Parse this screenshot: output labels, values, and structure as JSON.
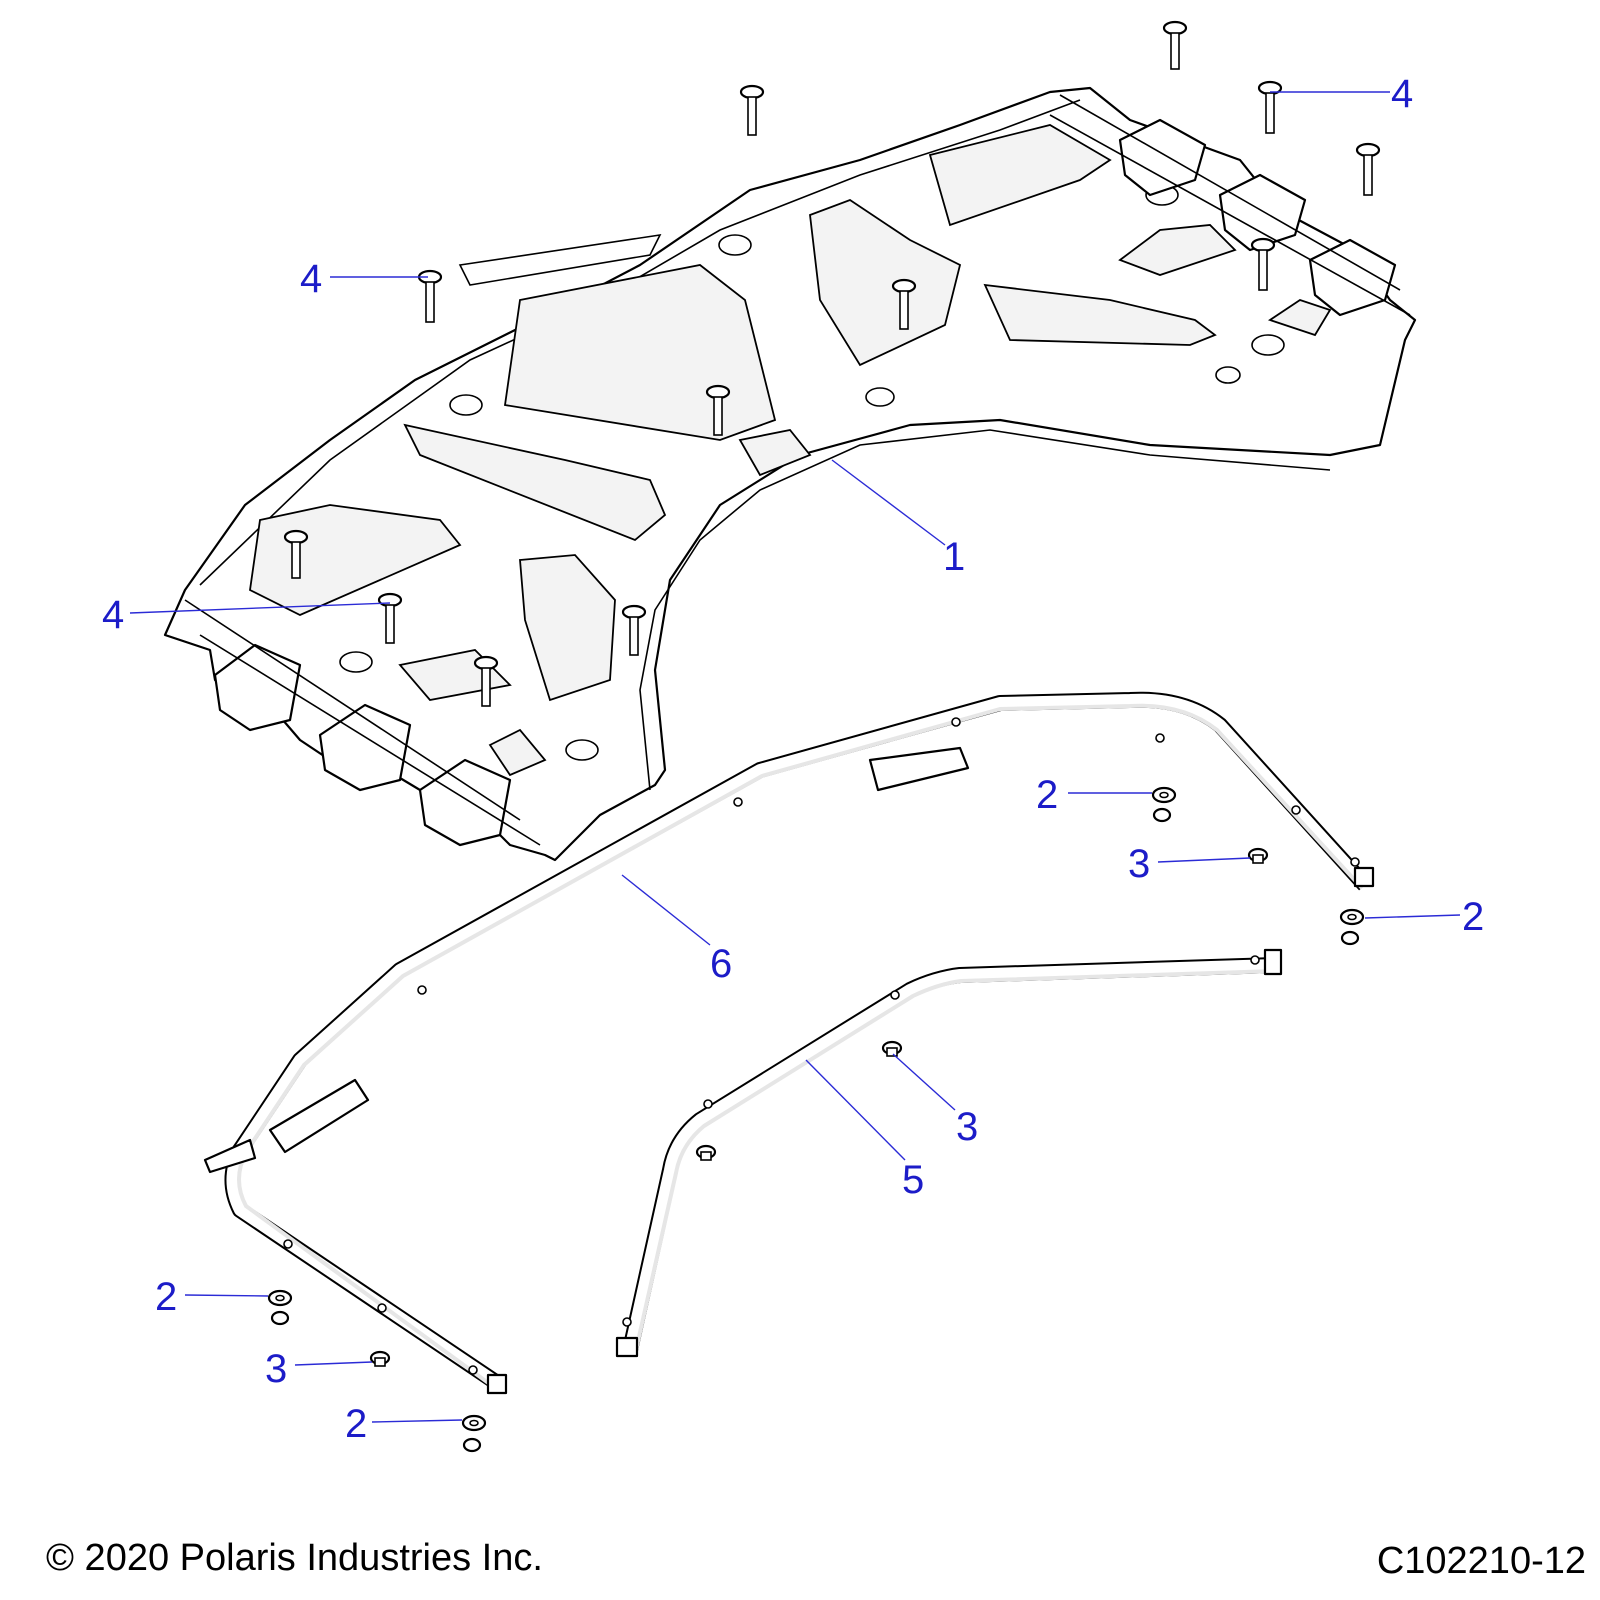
{
  "callouts": [
    "1",
    "2",
    "3",
    "4",
    "5",
    "6"
  ],
  "footer": {
    "copyright": "© 2020 Polaris Industries Inc.",
    "reference": "C102210-12"
  }
}
